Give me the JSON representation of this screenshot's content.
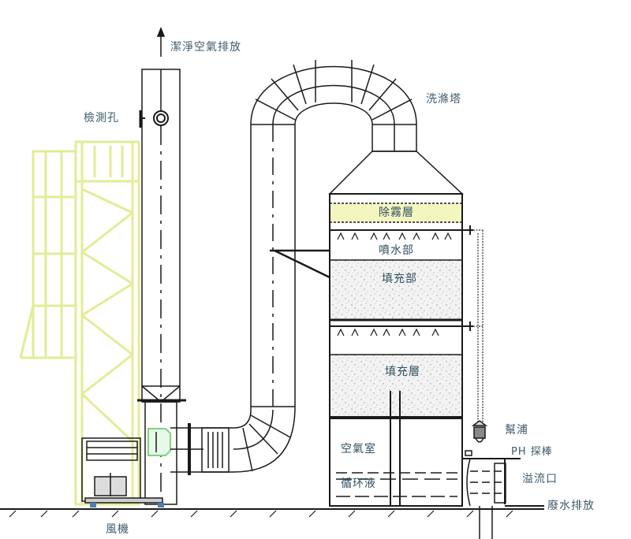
{
  "diagram": {
    "title": "洗滌塔",
    "colors": {
      "line": "#1a1a1a",
      "structure_yellow": "#e6ef9a",
      "demister_fill": "#f4f6c8",
      "packing_fill": "#ececec",
      "fan_green": "#9fe29f",
      "label": "#3f5a6a"
    },
    "labels": {
      "exhaust": "潔淨空氣排放",
      "sampling_port": "檢測孔",
      "tower_name": "洗滌塔",
      "demister": "除霧層",
      "spray_section": "噴水部",
      "packing_upper": "填充部",
      "packing_lower": "填充層",
      "air_chamber": "空氣室",
      "circulating_liquid": "循环液",
      "pump": "幫浦",
      "ph_probe": "PH 探棒",
      "overflow": "溢流口",
      "drain": "廢水排放",
      "fan": "風機"
    }
  }
}
